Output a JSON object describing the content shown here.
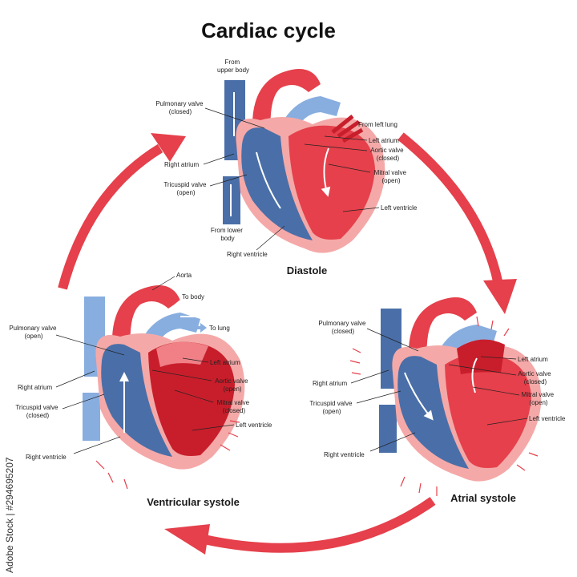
{
  "title": "Cardiac cycle",
  "credit": "Adobe Stock | #294695207",
  "colors": {
    "oxygenated": "#e5404b",
    "deoxygenated": "#4a6fa8",
    "light_blue": "#88aee0",
    "myocardium_pink": "#f4a9a8",
    "dark_red": "#c81e2b",
    "cycle_arrow": "#e5404b"
  },
  "stages": {
    "diastole": {
      "title": "Diastole",
      "labels": {
        "from_upper_body": [
          "From",
          "upper body"
        ],
        "pulmonary_valve": [
          "Pulmonary valve",
          "(closed)"
        ],
        "right_atrium": [
          "Right atrium"
        ],
        "tricuspid_valve": [
          "Tricuspid  valve",
          "(open)"
        ],
        "from_lower_body": [
          "From lower",
          "body"
        ],
        "right_ventricle": [
          "Right ventricle"
        ],
        "from_left_lung": [
          "From left lung"
        ],
        "left_atrium": [
          "Left atrium"
        ],
        "aortic_valve": [
          "Aortic valve",
          "(closed)"
        ],
        "mitral_valve": [
          "Mitral  valve",
          "(open)"
        ],
        "left_ventricle": [
          "Left ventricle"
        ]
      }
    },
    "ventricular_systole": {
      "title": "Ventricular systole",
      "labels": {
        "aorta": [
          "Aorta"
        ],
        "to_body": [
          "To body"
        ],
        "to_lung": [
          "To lung"
        ],
        "pulmonary_valve": [
          "Pulmonary valve",
          "(open)"
        ],
        "right_atrium": [
          "Right atrium"
        ],
        "tricuspid_valve": [
          "Tricuspid  valve",
          "(closed)"
        ],
        "right_ventricle": [
          "Right ventricle"
        ],
        "left_atrium": [
          "Left atrium"
        ],
        "aortic_valve": [
          "Aortic valve",
          "(open)"
        ],
        "mitral_valve": [
          "Mitral  valve",
          "(closed)"
        ],
        "left_ventricle": [
          "Left ventricle"
        ]
      }
    },
    "atrial_systole": {
      "title": "Atrial  systole",
      "labels": {
        "pulmonary_valve": [
          "Pulmonary valve",
          "(closed)"
        ],
        "right_atrium": [
          "Right atrium"
        ],
        "tricuspid_valve": [
          "Tricuspid  valve",
          "(open)"
        ],
        "right_ventricle": [
          "Right ventricle"
        ],
        "left_atrium": [
          "Left atrium"
        ],
        "aortic_valve": [
          "Aortic valve",
          "(closed)"
        ],
        "mitral_valve": [
          "Mitral  valve",
          "(open)"
        ],
        "left_ventricle": [
          "Left ventricle"
        ]
      }
    }
  }
}
